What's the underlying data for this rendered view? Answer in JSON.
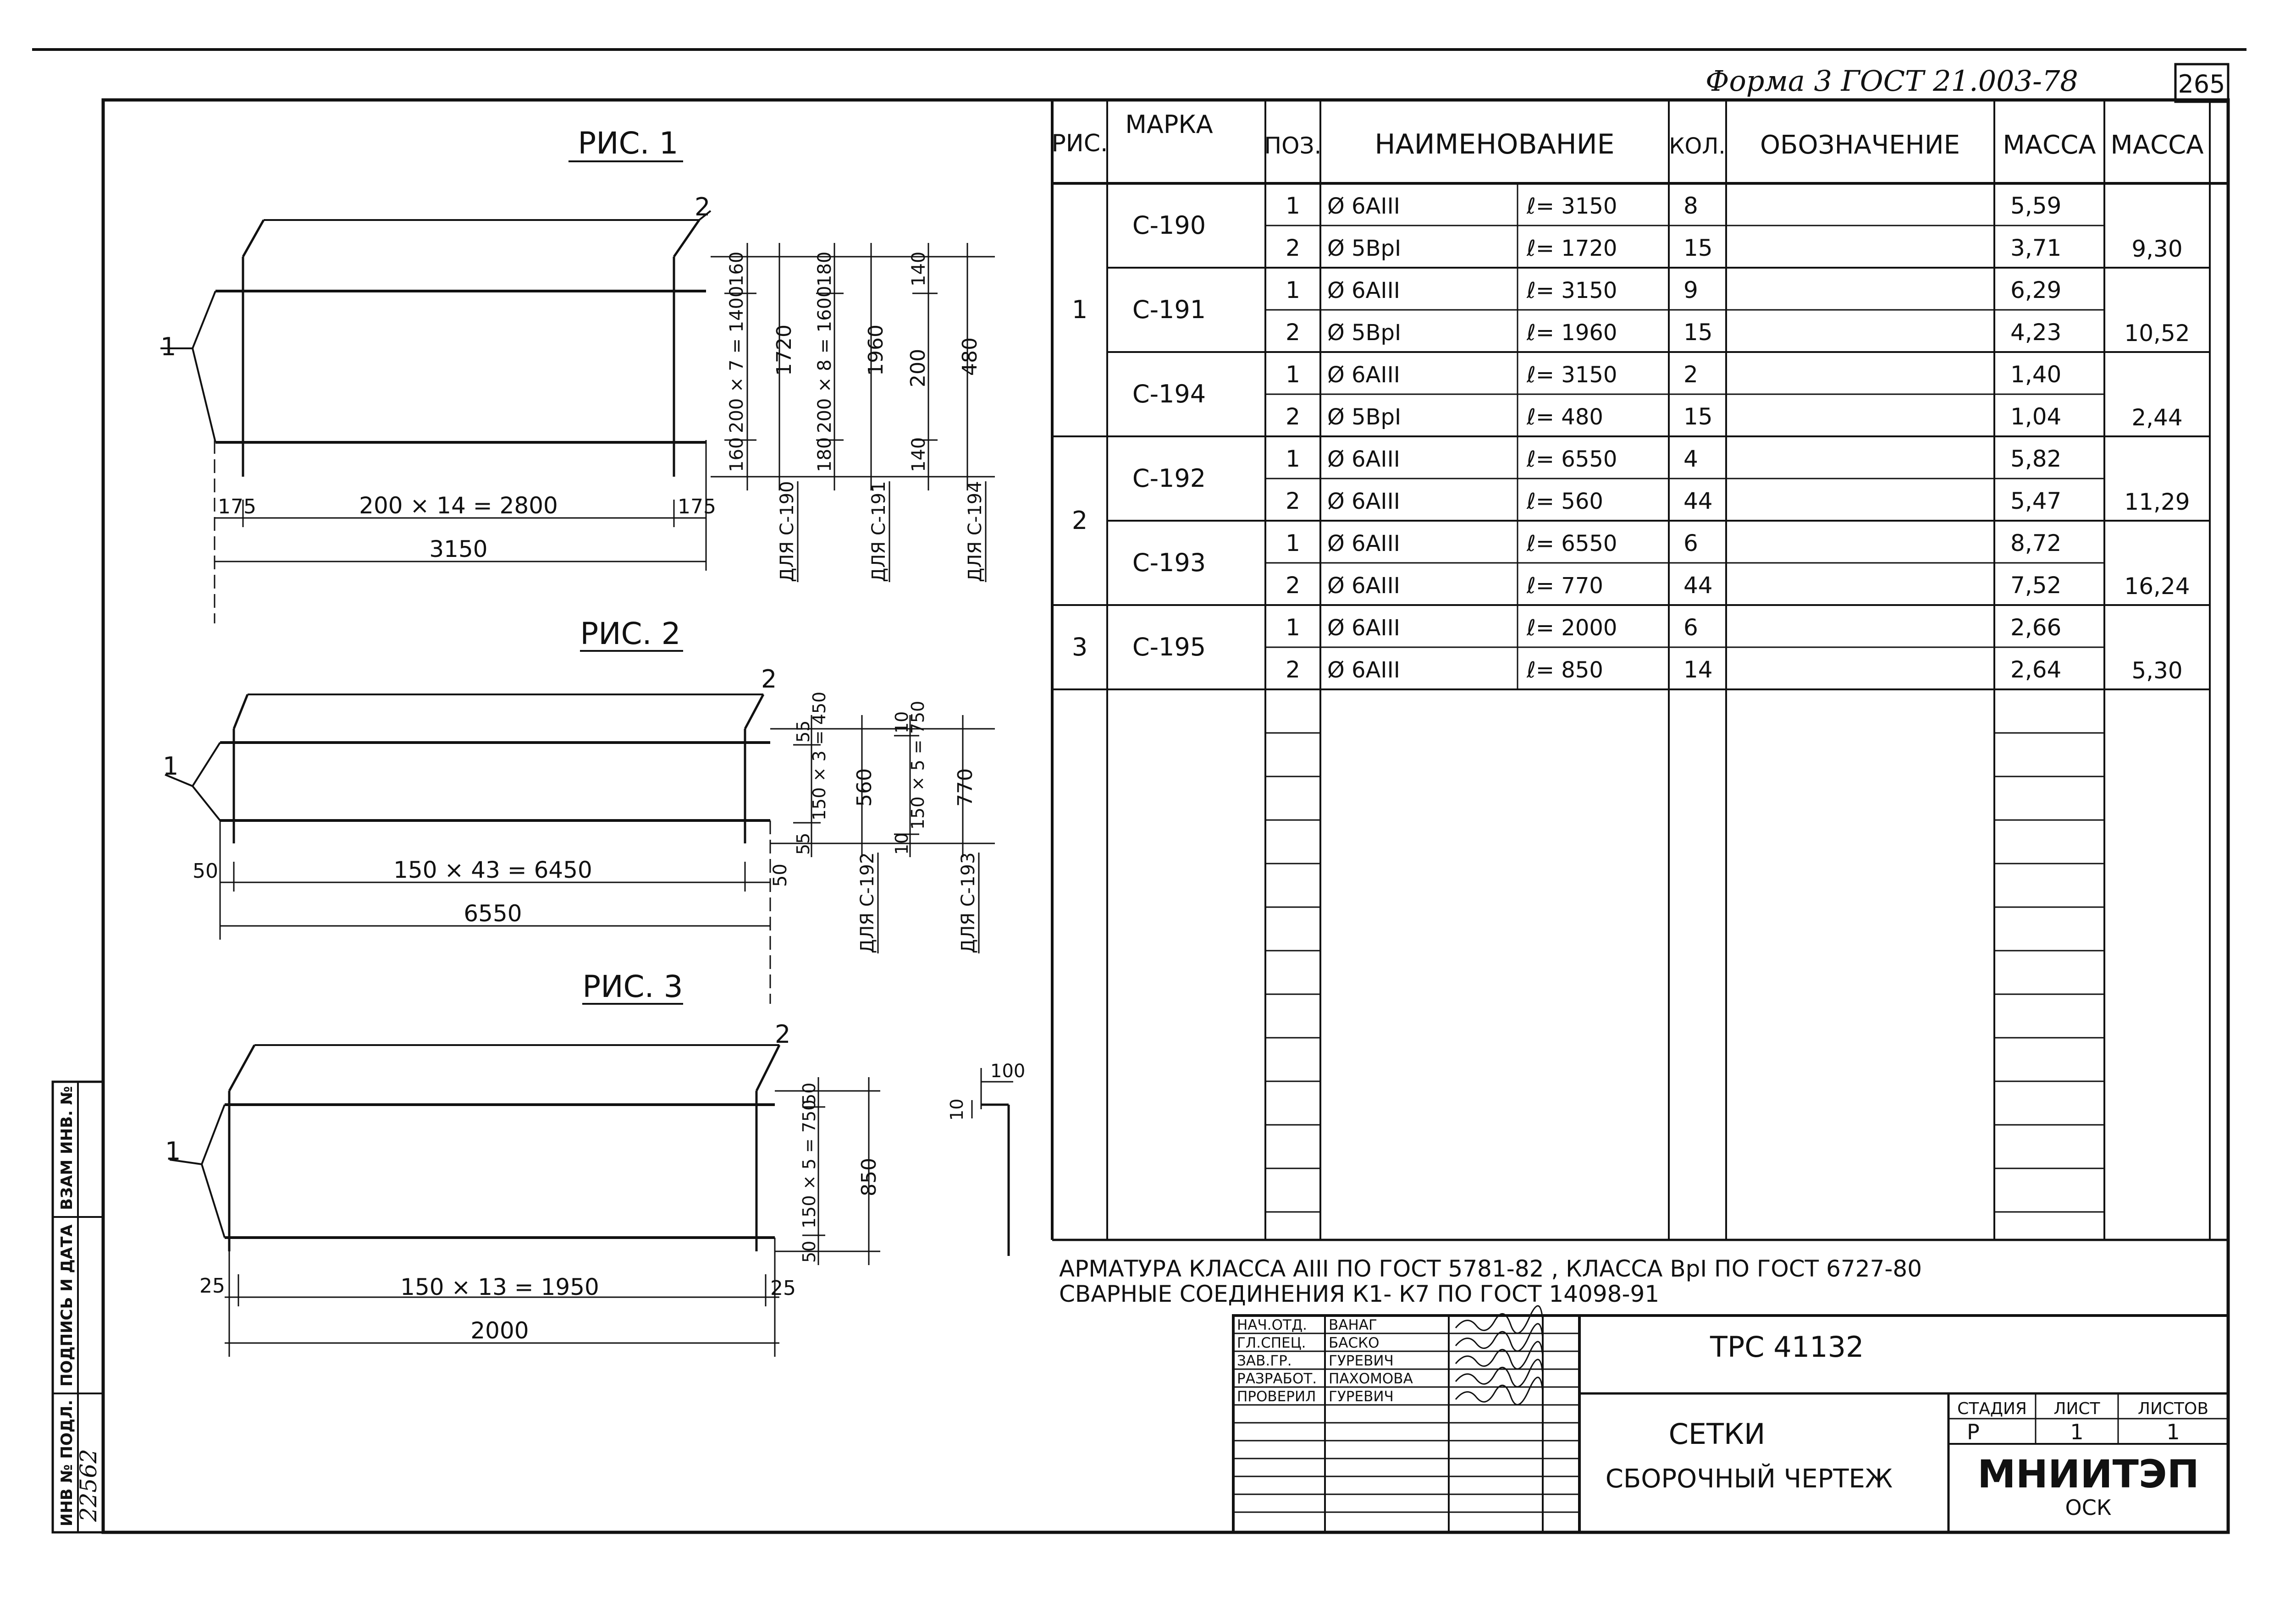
{
  "header": {
    "form_ref": "Форма 3  ГОСТ 21.003-78",
    "page_number": "265"
  },
  "figures": {
    "fig1": {
      "title": "РИС. 1",
      "dim_bottom_inner": "200 × 14 = 2800",
      "dim_bottom_total": "3150",
      "dim_left_offset": "175",
      "dim_right_offset": "175",
      "pos1": "1",
      "pos2": "2",
      "vdims": [
        {
          "top": "160",
          "mid": "200 × 7 = 1400",
          "bot": "160",
          "total": "1720",
          "caption": "ДЛЯ С-190"
        },
        {
          "top": "180",
          "mid": "200 × 8 = 1600",
          "bot": "180",
          "total": "1960",
          "caption": "ДЛЯ С-191"
        },
        {
          "top": "140",
          "mid": "200",
          "bot": "140",
          "total": "480",
          "caption": "ДЛЯ С-194"
        }
      ]
    },
    "fig2": {
      "title": "РИС. 2",
      "dim_bottom_inner": "150 × 43 = 6450",
      "dim_bottom_total": "6550",
      "dim_left_offset": "50",
      "dim_right_offset": "50",
      "pos1": "1",
      "pos2": "2",
      "vdims": [
        {
          "top": "55",
          "mid": "150 × 3 = 450",
          "bot": "55",
          "total": "560",
          "caption": "ДЛЯ С-192"
        },
        {
          "top": "10",
          "mid": "150 × 5 = 750",
          "bot": "10",
          "total": "770",
          "caption": "ДЛЯ С-193"
        }
      ]
    },
    "fig3": {
      "title": "РИС. 3",
      "dim_bottom_inner": "150 × 13 = 1950",
      "dim_bottom_total": "2000",
      "dim_left_offset": "25",
      "dim_right_offset": "25",
      "pos1": "1",
      "pos2": "2",
      "vdim": {
        "top": "50",
        "mid": "150 × 5 = 750",
        "bot": "50",
        "total": "850"
      },
      "hook_dim_top": "100",
      "hook_dim_left": "10"
    }
  },
  "table": {
    "headers": [
      "РИС.",
      "МАРКА",
      "ПОЗ.",
      "НАИМЕНОВАНИЕ",
      "КОЛ.",
      "ОБОЗНАЧЕНИЕ",
      "МАССА",
      "МАССА"
    ],
    "groups": [
      {
        "fig": "1",
        "marks": [
          {
            "mark": "С-190",
            "total": "9,30",
            "rows": [
              {
                "pos": "1",
                "name": "Ø 6АIII",
                "len": "ℓ= 3150",
                "qty": "8",
                "mass": "5,59"
              },
              {
                "pos": "2",
                "name": "Ø 5ВрI",
                "len": "ℓ= 1720",
                "qty": "15",
                "mass": "3,71"
              }
            ]
          },
          {
            "mark": "С-191",
            "total": "10,52",
            "rows": [
              {
                "pos": "1",
                "name": "Ø 6АIII",
                "len": "ℓ= 3150",
                "qty": "9",
                "mass": "6,29"
              },
              {
                "pos": "2",
                "name": "Ø 5ВрI",
                "len": "ℓ= 1960",
                "qty": "15",
                "mass": "4,23"
              }
            ]
          },
          {
            "mark": "С-194",
            "total": "2,44",
            "rows": [
              {
                "pos": "1",
                "name": "Ø 6АIII",
                "len": "ℓ= 3150",
                "qty": "2",
                "mass": "1,40"
              },
              {
                "pos": "2",
                "name": "Ø 5ВрI",
                "len": "ℓ= 480",
                "qty": "15",
                "mass": "1,04"
              }
            ]
          }
        ]
      },
      {
        "fig": "2",
        "marks": [
          {
            "mark": "С-192",
            "total": "11,29",
            "rows": [
              {
                "pos": "1",
                "name": "Ø 6АIII",
                "len": "ℓ= 6550",
                "qty": "4",
                "mass": "5,82"
              },
              {
                "pos": "2",
                "name": "Ø 6АIII",
                "len": "ℓ= 560",
                "qty": "44",
                "mass": "5,47"
              }
            ]
          },
          {
            "mark": "С-193",
            "total": "16,24",
            "rows": [
              {
                "pos": "1",
                "name": "Ø 6АIII",
                "len": "ℓ= 6550",
                "qty": "6",
                "mass": "8,72"
              },
              {
                "pos": "2",
                "name": "Ø 6АIII",
                "len": "ℓ= 770",
                "qty": "44",
                "mass": "7,52"
              }
            ]
          }
        ]
      },
      {
        "fig": "3",
        "marks": [
          {
            "mark": "С-195",
            "total": "5,30",
            "rows": [
              {
                "pos": "1",
                "name": "Ø 6АIII",
                "len": "ℓ= 2000",
                "qty": "6",
                "mass": "2,66"
              },
              {
                "pos": "2",
                "name": "Ø 6АIII",
                "len": "ℓ= 850",
                "qty": "14",
                "mass": "2,64"
              }
            ]
          }
        ]
      }
    ]
  },
  "notes": [
    "АРМАТУРА  КЛАССА  АIII  ПО ГОСТ 5781-82 , КЛАССА ВрI ПО ГОСТ 6727-80",
    "СВАРНЫЕ  СОЕДИНЕНИЯ  К1- К7  ПО ГОСТ 14098-91"
  ],
  "title_block": {
    "signatures": [
      {
        "role": "НАЧ.ОТД.",
        "name": "ВАНАГ"
      },
      {
        "role": "ГЛ.СПЕЦ.",
        "name": "БАСКО"
      },
      {
        "role": "ЗАВ.ГР.",
        "name": "ГУРЕВИЧ"
      },
      {
        "role": "РАЗРАБОТ.",
        "name": "ПАХОМОВА"
      },
      {
        "role": "ПРОВЕРИЛ",
        "name": "ГУРЕВИЧ"
      }
    ],
    "doc_code": "ТРС 41132",
    "title_line1": "СЕТКИ",
    "title_line2": "СБОРОЧНЫЙ  ЧЕРТЕЖ",
    "stage_label": "СТАДИЯ",
    "sheet_label": "ЛИСТ",
    "sheets_label": "ЛИСТОВ",
    "stage": "Р",
    "sheet": "1",
    "sheets": "1",
    "org": "МНИИТЭП",
    "org_sub": "ОСК"
  },
  "side_stamp": {
    "inv_orig": "ИНВ № ПОДЛ.",
    "sign_date": "ПОДПИСЬ И ДАТА",
    "inv_repl": "ВЗАМ ИНВ. №",
    "inv_number": "22562"
  }
}
